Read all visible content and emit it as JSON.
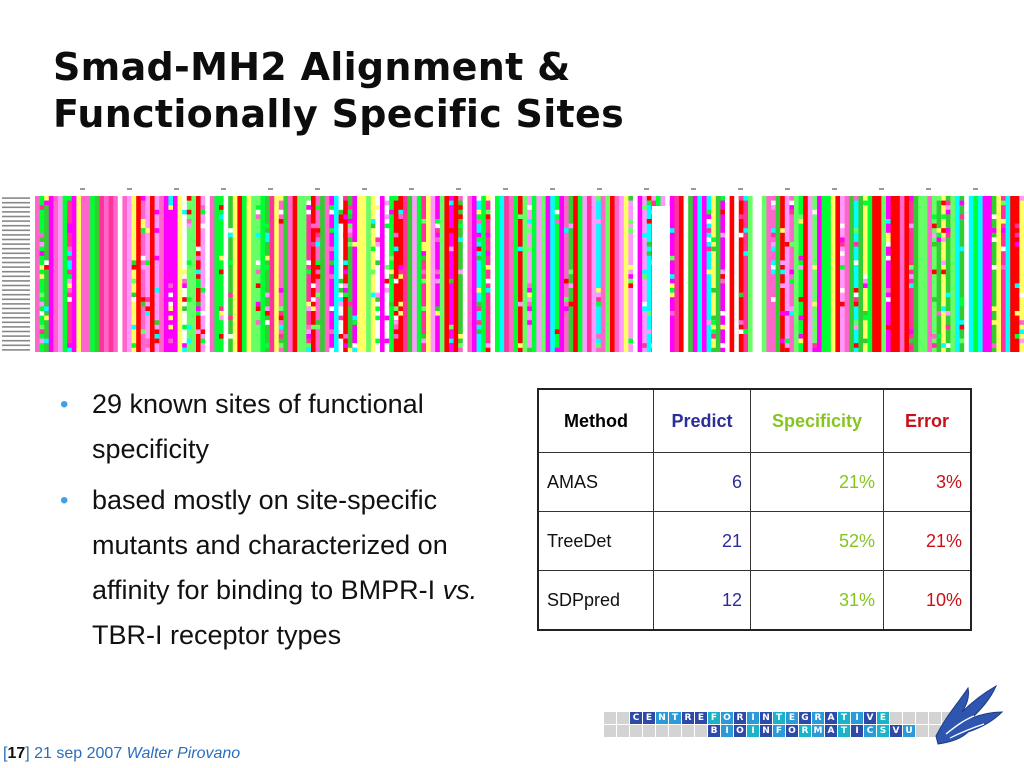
{
  "title": {
    "line1": "Smad-MH2 Alignment &",
    "line2": "Functionally Specific Sites"
  },
  "alignment": {
    "description_icon": "multiple-sequence-alignment-image"
  },
  "bullets": [
    {
      "text": "29 known sites of functional specificity"
    },
    {
      "text_main": "based mostly on site-specific mutants and characterized on affinity for binding to BMPR-I ",
      "text_italic": "vs.",
      "text_tail": " TBR-I receptor types"
    }
  ],
  "table": {
    "headers": {
      "method": "Method",
      "predict": "Predict",
      "specificity": "Specificity",
      "error": "Error"
    },
    "rows": [
      {
        "method": "AMAS",
        "predict": "6",
        "specificity": "21%",
        "error": "3%"
      },
      {
        "method": "TreeDet",
        "predict": "21",
        "specificity": "52%",
        "error": "21%"
      },
      {
        "method": "SDPpred",
        "predict": "12",
        "specificity": "31%",
        "error": "10%"
      }
    ]
  },
  "footer": {
    "bracket_open": "[",
    "page": "17",
    "bracket_close": "]",
    "date": " 21 sep 2007 ",
    "author": "Walter Pirovano"
  },
  "logo": {
    "row1": [
      "C",
      "E",
      "N",
      "T",
      "R",
      "E",
      "F",
      "O",
      "R",
      "I",
      "N",
      "T",
      "E",
      "G",
      "R",
      "A",
      "T",
      "I",
      "V",
      "E"
    ],
    "row2": [
      "B",
      "I",
      "O",
      "I",
      "N",
      "F",
      "O",
      "R",
      "M",
      "A",
      "T",
      "I",
      "C",
      "S",
      "V",
      "U"
    ]
  },
  "colors": {
    "bullet": "#3aa3e0",
    "predict": "#2b2d9a",
    "specificity": "#86c520",
    "error": "#c8101a",
    "footer": "#2a6dbd"
  }
}
